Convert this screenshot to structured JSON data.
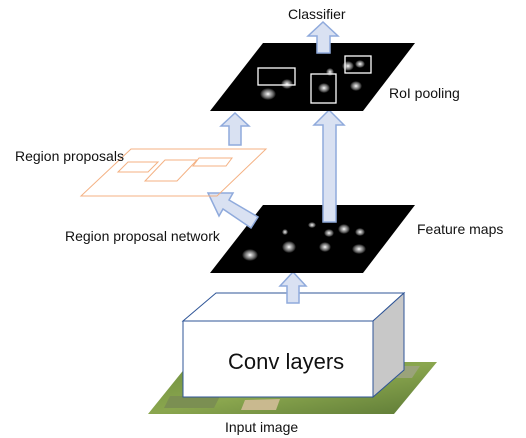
{
  "diagram": {
    "labels": {
      "classifier": "Classifier",
      "roi_pooling": "RoI pooling",
      "region_proposals": "Region proposals",
      "region_proposal_network": "Region proposal network",
      "feature_maps": "Feature maps",
      "conv_layers": "Conv layers",
      "input_image": "Input image"
    },
    "colors": {
      "arrow_fill": "#d9e1f2",
      "arrow_stroke": "#8faadc",
      "proposal_outline": "#f4b183",
      "feature_map_bg": "#000000",
      "conv_box_border": "#2f5597"
    }
  }
}
